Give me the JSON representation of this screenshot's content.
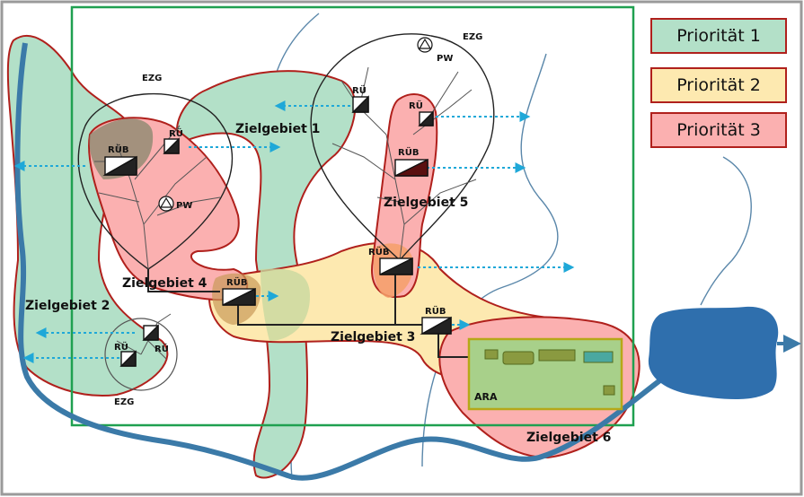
{
  "legend": [
    {
      "label": "Priorität 1",
      "color": "#b3e0c8"
    },
    {
      "label": "Priorität 2",
      "color": "#fde9b0"
    },
    {
      "label": "Priorität 3",
      "color": "#fbb0b0"
    }
  ],
  "zones": {
    "z1": "Zielgebiet 1",
    "z2": "Zielgebiet 2",
    "z3": "Zielgebiet 3",
    "z4": "Zielgebiet 4",
    "z5": "Zielgebiet 5",
    "z6": "Zielgebiet 6"
  },
  "labels": {
    "ezg": "EZG",
    "pw": "PW",
    "rub": "RÜB",
    "ru": "RÜ",
    "ara": "ARA"
  },
  "colors": {
    "prio1": "#b3e0c8",
    "prio2": "#fde9b0",
    "prio3": "#fbb0b0",
    "border_red": "#b0201c",
    "river": "#3b7aa8",
    "frame_green": "#1fa050"
  }
}
